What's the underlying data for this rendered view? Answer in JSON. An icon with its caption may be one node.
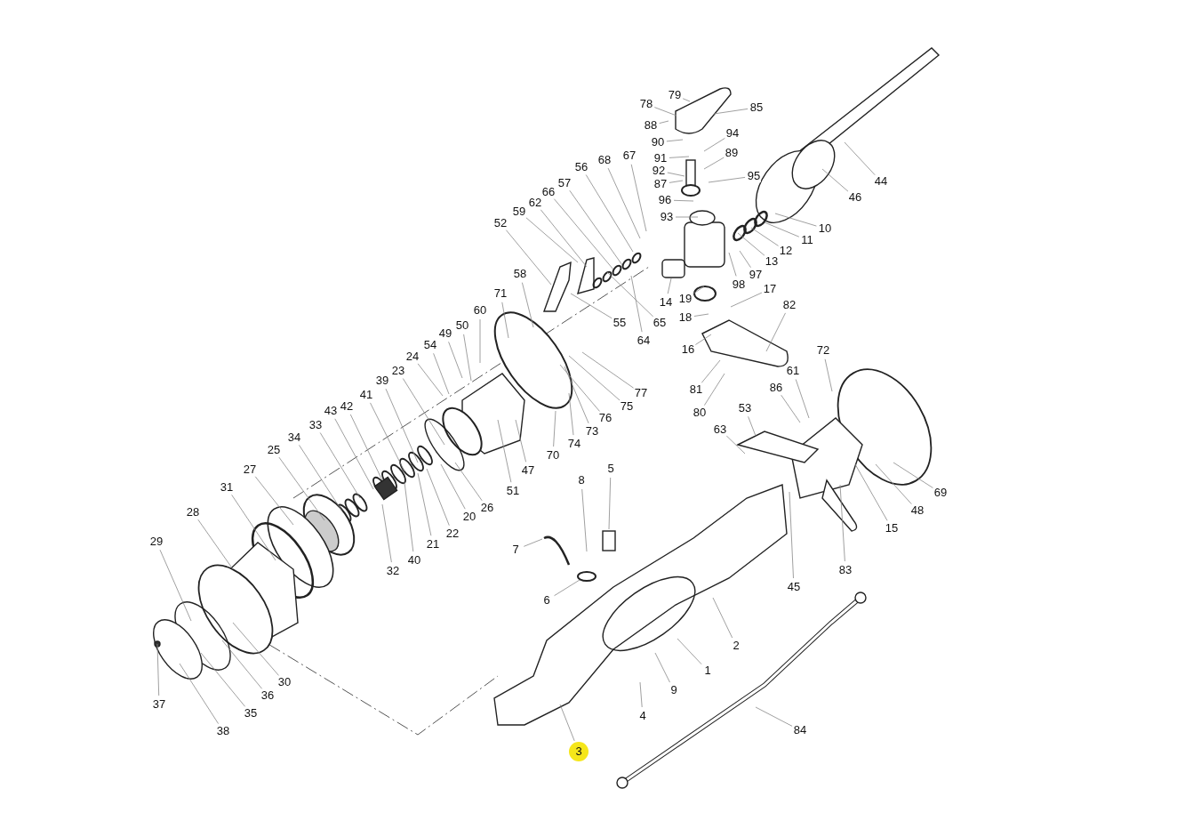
{
  "diagram": {
    "nodes": [
      {
        "text": [
          "79"
        ]
      },
      {
        "text": [
          "78"
        ]
      },
      {
        "text": [
          "85"
        ]
      },
      {
        "text": [
          "88"
        ]
      },
      {
        "text": [
          "94"
        ]
      },
      {
        "text": [
          "90"
        ]
      },
      {
        "text": [
          "91"
        ]
      },
      {
        "text": [
          "89"
        ]
      },
      {
        "text": [
          "92"
        ]
      },
      {
        "text": [
          "68"
        ]
      },
      {
        "text": [
          "67"
        ]
      },
      {
        "text": [
          "56"
        ]
      },
      {
        "text": [
          "87"
        ]
      },
      {
        "text": [
          "95"
        ]
      },
      {
        "text": [
          "44"
        ]
      },
      {
        "text": [
          "57"
        ]
      },
      {
        "text": [
          "66"
        ]
      },
      {
        "text": [
          "96"
        ]
      },
      {
        "text": [
          "46"
        ]
      },
      {
        "text": [
          "62"
        ]
      },
      {
        "text": [
          "59"
        ]
      },
      {
        "text": [
          "93"
        ]
      },
      {
        "text": [
          "52"
        ]
      },
      {
        "text": [
          "10"
        ]
      },
      {
        "text": [
          "11"
        ]
      },
      {
        "text": [
          "12"
        ]
      },
      {
        "text": [
          "13"
        ]
      },
      {
        "text": [
          "58"
        ]
      },
      {
        "text": [
          "97"
        ]
      },
      {
        "text": [
          "98"
        ]
      },
      {
        "text": [
          "17"
        ]
      },
      {
        "text": [
          "71"
        ]
      },
      {
        "text": [
          "19"
        ]
      },
      {
        "text": [
          "14"
        ]
      },
      {
        "text": [
          "82"
        ]
      },
      {
        "text": [
          "60"
        ]
      },
      {
        "text": [
          "18"
        ]
      },
      {
        "text": [
          "55"
        ]
      },
      {
        "text": [
          "65"
        ]
      },
      {
        "text": [
          "50"
        ]
      },
      {
        "text": [
          "49"
        ]
      },
      {
        "text": [
          "64"
        ]
      },
      {
        "text": [
          "54"
        ]
      },
      {
        "text": [
          "16"
        ]
      },
      {
        "text": [
          "24"
        ]
      },
      {
        "text": [
          "72"
        ]
      },
      {
        "text": [
          "23"
        ]
      },
      {
        "text": [
          "61"
        ]
      },
      {
        "text": [
          "39"
        ]
      },
      {
        "text": [
          "86"
        ]
      },
      {
        "text": [
          "81"
        ]
      },
      {
        "text": [
          "77"
        ]
      },
      {
        "text": [
          "41"
        ]
      },
      {
        "text": [
          "75"
        ]
      },
      {
        "text": [
          "42"
        ]
      },
      {
        "text": [
          "53"
        ]
      },
      {
        "text": [
          "43"
        ]
      },
      {
        "text": [
          "80"
        ]
      },
      {
        "text": [
          "76"
        ]
      },
      {
        "text": [
          "33"
        ]
      },
      {
        "text": [
          "63"
        ]
      },
      {
        "text": [
          "73"
        ]
      },
      {
        "text": [
          "34"
        ]
      },
      {
        "text": [
          "74"
        ]
      },
      {
        "text": [
          "25"
        ]
      },
      {
        "text": [
          "70"
        ]
      },
      {
        "text": [
          "27"
        ]
      },
      {
        "text": [
          "5"
        ]
      },
      {
        "text": [
          "47"
        ]
      },
      {
        "text": [
          "8"
        ]
      },
      {
        "text": [
          "31"
        ]
      },
      {
        "text": [
          "51"
        ]
      },
      {
        "text": [
          "69"
        ]
      },
      {
        "text": [
          "26"
        ]
      },
      {
        "text": [
          "48"
        ]
      },
      {
        "text": [
          "28"
        ]
      },
      {
        "text": [
          "20"
        ]
      },
      {
        "text": [
          "15"
        ]
      },
      {
        "text": [
          "22"
        ]
      },
      {
        "text": [
          "29"
        ]
      },
      {
        "text": [
          "21"
        ]
      },
      {
        "text": [
          "7"
        ]
      },
      {
        "text": [
          "40"
        ]
      },
      {
        "text": [
          "83"
        ]
      },
      {
        "text": [
          "32"
        ]
      },
      {
        "text": [
          "45"
        ]
      },
      {
        "text": [
          "6"
        ]
      },
      {
        "text": [
          "2"
        ]
      },
      {
        "text": [
          "1"
        ]
      },
      {
        "text": [
          "30"
        ]
      },
      {
        "text": [
          "9"
        ]
      },
      {
        "text": [
          "36"
        ]
      },
      {
        "text": [
          "37"
        ]
      },
      {
        "text": [
          "35"
        ]
      },
      {
        "text": [
          "4"
        ]
      },
      {
        "text": [
          "84"
        ]
      },
      {
        "text": [
          "38"
        ]
      },
      {
        "text": [
          "3"
        ]
      }
    ],
    "edges": [
      {
        "from": 0,
        "to": null,
        "arrow": "none"
      },
      {
        "from": 1,
        "to": null,
        "arrow": "none"
      },
      {
        "from": 2,
        "to": null,
        "arrow": "none"
      },
      {
        "from": 3,
        "to": null,
        "arrow": "none"
      },
      {
        "from": 4,
        "to": null,
        "arrow": "none"
      },
      {
        "from": 5,
        "to": null,
        "arrow": "none"
      },
      {
        "from": 6,
        "to": null,
        "arrow": "none"
      },
      {
        "from": 7,
        "to": null,
        "arrow": "none"
      },
      {
        "from": 8,
        "to": null,
        "arrow": "none"
      },
      {
        "from": 9,
        "to": null,
        "arrow": "none"
      },
      {
        "from": 10,
        "to": null,
        "arrow": "none"
      },
      {
        "from": 11,
        "to": null,
        "arrow": "none"
      },
      {
        "from": 12,
        "to": null,
        "arrow": "none"
      },
      {
        "from": 13,
        "to": null,
        "arrow": "none"
      },
      {
        "from": 14,
        "to": null,
        "arrow": "none"
      },
      {
        "from": 15,
        "to": null,
        "arrow": "none"
      },
      {
        "from": 16,
        "to": null,
        "arrow": "none"
      },
      {
        "from": 17,
        "to": null,
        "arrow": "none"
      },
      {
        "from": 18,
        "to": null,
        "arrow": "none"
      },
      {
        "from": 19,
        "to": null,
        "arrow": "none"
      },
      {
        "from": 20,
        "to": null,
        "arrow": "none"
      },
      {
        "from": 21,
        "to": null,
        "arrow": "none"
      },
      {
        "from": 22,
        "to": null,
        "arrow": "none"
      },
      {
        "from": 23,
        "to": null,
        "arrow": "none"
      },
      {
        "from": 24,
        "to": null,
        "arrow": "none"
      },
      {
        "from": 25,
        "to": null,
        "arrow": "none"
      },
      {
        "from": 26,
        "to": null,
        "arrow": "none"
      },
      {
        "from": 27,
        "to": null,
        "arrow": "none"
      },
      {
        "from": 28,
        "to": null,
        "arrow": "none"
      },
      {
        "from": 29,
        "to": null,
        "arrow": "none"
      },
      {
        "from": 30,
        "to": null,
        "arrow": "none"
      },
      {
        "from": 31,
        "to": null,
        "arrow": "none"
      },
      {
        "from": 32,
        "to": null,
        "arrow": "none"
      },
      {
        "from": 33,
        "to": null,
        "arrow": "none"
      },
      {
        "from": 34,
        "to": null,
        "arrow": "none"
      },
      {
        "from": 35,
        "to": null,
        "arrow": "none"
      },
      {
        "from": 36,
        "to": null,
        "arrow": "none"
      },
      {
        "from": 37,
        "to": null,
        "arrow": "none"
      },
      {
        "from": 38,
        "to": null,
        "arrow": "none"
      },
      {
        "from": 39,
        "to": null,
        "arrow": "none"
      },
      {
        "from": 40,
        "to": null,
        "arrow": "none"
      },
      {
        "from": 41,
        "to": null,
        "arrow": "none"
      },
      {
        "from": 42,
        "to": null,
        "arrow": "none"
      },
      {
        "from": 43,
        "to": null,
        "arrow": "none"
      },
      {
        "from": 44,
        "to": null,
        "arrow": "none"
      },
      {
        "from": 45,
        "to": null,
        "arrow": "none"
      },
      {
        "from": 46,
        "to": null,
        "arrow": "none"
      },
      {
        "from": 47,
        "to": null,
        "arrow": "none"
      },
      {
        "from": 48,
        "to": null,
        "arrow": "none"
      },
      {
        "from": 49,
        "to": null,
        "arrow": "none"
      },
      {
        "from": 50,
        "to": null,
        "arrow": "none"
      },
      {
        "from": 51,
        "to": null,
        "arrow": "none"
      },
      {
        "from": 52,
        "to": null,
        "arrow": "none"
      },
      {
        "from": 53,
        "to": null,
        "arrow": "none"
      },
      {
        "from": 54,
        "to": null,
        "arrow": "none"
      },
      {
        "from": 55,
        "to": null,
        "arrow": "none"
      },
      {
        "from": 56,
        "to": null,
        "arrow": "none"
      },
      {
        "from": 57,
        "to": null,
        "arrow": "none"
      },
      {
        "from": 58,
        "to": null,
        "arrow": "none"
      },
      {
        "from": 59,
        "to": null,
        "arrow": "none"
      },
      {
        "from": 60,
        "to": null,
        "arrow": "none"
      },
      {
        "from": 61,
        "to": null,
        "arrow": "none"
      },
      {
        "from": 62,
        "to": null,
        "arrow": "none"
      },
      {
        "from": 63,
        "to": null,
        "arrow": "none"
      },
      {
        "from": 64,
        "to": null,
        "arrow": "none"
      },
      {
        "from": 65,
        "to": null,
        "arrow": "none"
      },
      {
        "from": 66,
        "to": null,
        "arrow": "none"
      },
      {
        "from": 67,
        "to": null,
        "arrow": "none"
      },
      {
        "from": 68,
        "to": null,
        "arrow": "none"
      },
      {
        "from": 69,
        "to": null,
        "arrow": "none"
      },
      {
        "from": 70,
        "to": null,
        "arrow": "none"
      },
      {
        "from": 71,
        "to": null,
        "arrow": "none"
      },
      {
        "from": 72,
        "to": null,
        "arrow": "none"
      },
      {
        "from": 73,
        "to": null,
        "arrow": "none"
      },
      {
        "from": 74,
        "to": null,
        "arrow": "none"
      },
      {
        "from": 75,
        "to": null,
        "arrow": "none"
      },
      {
        "from": 76,
        "to": null,
        "arrow": "none"
      },
      {
        "from": 77,
        "to": null,
        "arrow": "none"
      },
      {
        "from": 78,
        "to": null,
        "arrow": "none"
      },
      {
        "from": 79,
        "to": null,
        "arrow": "none"
      },
      {
        "from": 80,
        "to": null,
        "arrow": "none"
      },
      {
        "from": 81,
        "to": null,
        "arrow": "none"
      },
      {
        "from": 82,
        "to": null,
        "arrow": "none"
      },
      {
        "from": 83,
        "to": null,
        "arrow": "none"
      },
      {
        "from": 84,
        "to": null,
        "arrow": "none"
      },
      {
        "from": 85,
        "to": null,
        "arrow": "none"
      },
      {
        "from": 86,
        "to": null,
        "arrow": "none"
      },
      {
        "from": 87,
        "to": null,
        "arrow": "none"
      },
      {
        "from": 88,
        "to": null,
        "arrow": "none"
      },
      {
        "from": 89,
        "to": null,
        "arrow": "none"
      },
      {
        "from": 90,
        "to": null,
        "arrow": "none"
      },
      {
        "from": 91,
        "to": null,
        "arrow": "none"
      },
      {
        "from": 92,
        "to": null,
        "arrow": "none"
      },
      {
        "from": 93,
        "to": null,
        "arrow": "none"
      },
      {
        "from": 94,
        "to": null,
        "arrow": "none"
      },
      {
        "from": 95,
        "to": null,
        "arrow": "none"
      },
      {
        "from": 96,
        "to": null,
        "arrow": "none"
      },
      {
        "from": 97,
        "to": null,
        "arrow": "none"
      }
    ]
  }
}
